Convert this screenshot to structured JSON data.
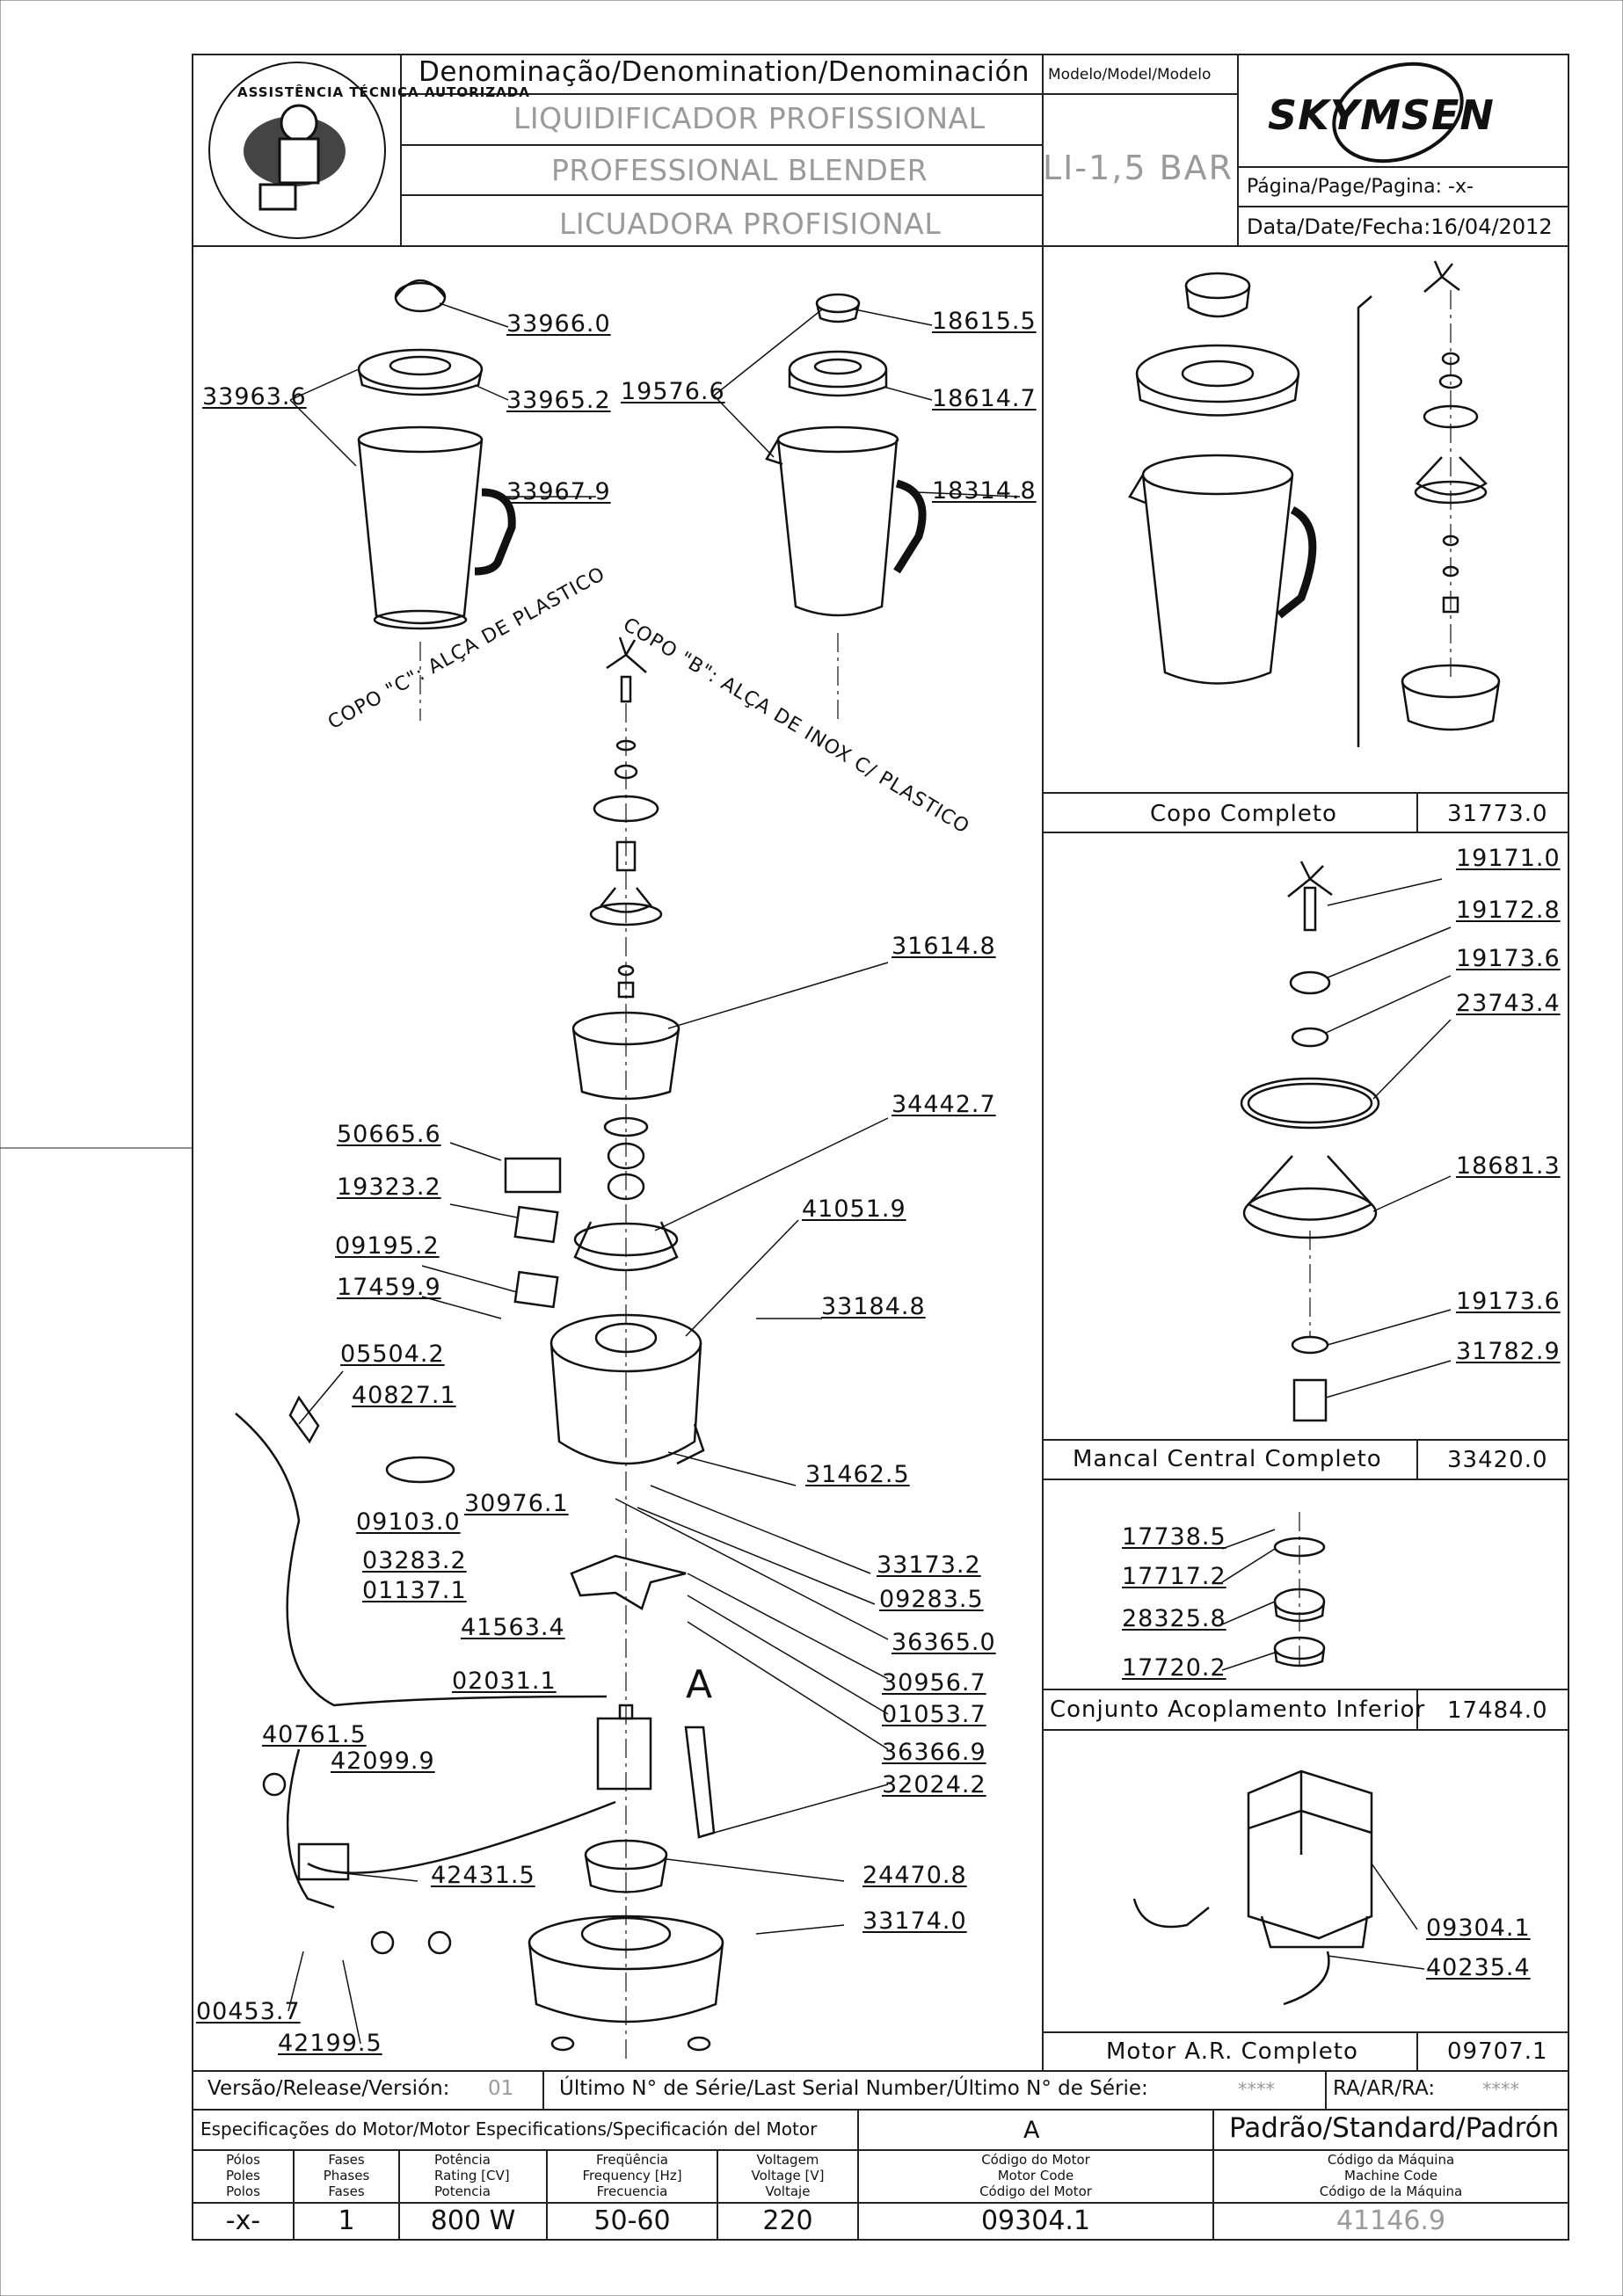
{
  "header": {
    "denomination_label": "Denominação/Denomination/Denominación",
    "model_label": "Modelo/Model/Modelo",
    "name_pt": "LIQUIDIFICADOR PROFISSIONAL",
    "name_en": "PROFESSIONAL BLENDER",
    "name_es": "LICUADORA PROFISIONAL",
    "model": "LI-1,5 BAR",
    "brand": "SKYMSEN",
    "page_label": "Página/Page/Pagina: -x-",
    "date_label": "Data/Date/Fecha:",
    "date": "16/04/2012",
    "seal_text": "ASSISTÊNCIA TÉCNICA AUTORIZADA"
  },
  "main_parts": [
    {
      "code": "33966.0"
    },
    {
      "code": "33963.6"
    },
    {
      "code": "33965.2"
    },
    {
      "code": "33967.9"
    },
    {
      "code": "18615.5"
    },
    {
      "code": "19576.6"
    },
    {
      "code": "18614.7"
    },
    {
      "code": "18314.8"
    },
    {
      "code": "31614.8"
    },
    {
      "code": "34442.7"
    },
    {
      "code": "50665.6"
    },
    {
      "code": "19323.2"
    },
    {
      "code": "41051.9"
    },
    {
      "code": "09195.2"
    },
    {
      "code": "17459.9"
    },
    {
      "code": "33184.8"
    },
    {
      "code": "05504.2"
    },
    {
      "code": "40827.1"
    },
    {
      "code": "31462.5"
    },
    {
      "code": "09103.0"
    },
    {
      "code": "30976.1"
    },
    {
      "code": "33173.2"
    },
    {
      "code": "03283.2"
    },
    {
      "code": "01137.1"
    },
    {
      "code": "09283.5"
    },
    {
      "code": "41563.4"
    },
    {
      "code": "36365.0"
    },
    {
      "code": "30956.7"
    },
    {
      "code": "02031.1"
    },
    {
      "code": "01053.7"
    },
    {
      "code": "40761.5"
    },
    {
      "code": "36366.9"
    },
    {
      "code": "42099.9"
    },
    {
      "code": "32024.2"
    },
    {
      "code": "42431.5"
    },
    {
      "code": "24470.8"
    },
    {
      "code": "33174.0"
    },
    {
      "code": "00453.7"
    },
    {
      "code": "42199.5"
    }
  ],
  "cup_labels": {
    "c": "COPO \"C\": ALÇA DE PLASTICO",
    "b": "COPO \"B\": ALÇA DE INOX C/ PLASTICO",
    "detail_marker": "A"
  },
  "panels": [
    {
      "title": "Copo Completo",
      "code": "31773.0",
      "parts": []
    },
    {
      "title": "Mancal Central Completo",
      "code": "33420.0",
      "parts": [
        "19171.0",
        "19172.8",
        "19173.6",
        "23743.4",
        "18681.3",
        "19173.6",
        "31782.9"
      ]
    },
    {
      "title": "Conjunto Acoplamento Inferior",
      "code": "17484.0",
      "parts": [
        "17738.5",
        "17717.2",
        "28325.8",
        "17720.2"
      ]
    },
    {
      "title": "Motor A.R. Completo",
      "code": "09707.1",
      "parts": [
        "09304.1",
        "40235.4"
      ]
    }
  ],
  "footer": {
    "version_label": "Versão/Release/Versión:",
    "version": "01",
    "serial_label": "Último N° de Série/Last Serial Number/Último N° de Série:",
    "serial": "****",
    "ra_label": "RA/AR/RA:",
    "ra": "****",
    "motor_spec_label": "Especificações do Motor/Motor Especifications/Specificación del Motor",
    "motor_variant": "A",
    "standard_label": "Padrão/Standard/Padrón",
    "col_labels": [
      "Pólos\nPoles\nPolos",
      "Fases\nPhases\nFases",
      "Potência\nRating [CV]\nPotencia",
      "Freqüência\nFrequency [Hz]\nFrecuencia",
      "Voltagem\nVoltage [V]\nVoltaje",
      "Código do Motor\nMotor Code\nCódigo del Motor",
      "Código da Máquina\nMachine Code\nCódigo de la Máquina"
    ],
    "values": [
      "-x-",
      "1",
      "800 W",
      "50-60",
      "220",
      "09304.1",
      "41146.9"
    ]
  }
}
